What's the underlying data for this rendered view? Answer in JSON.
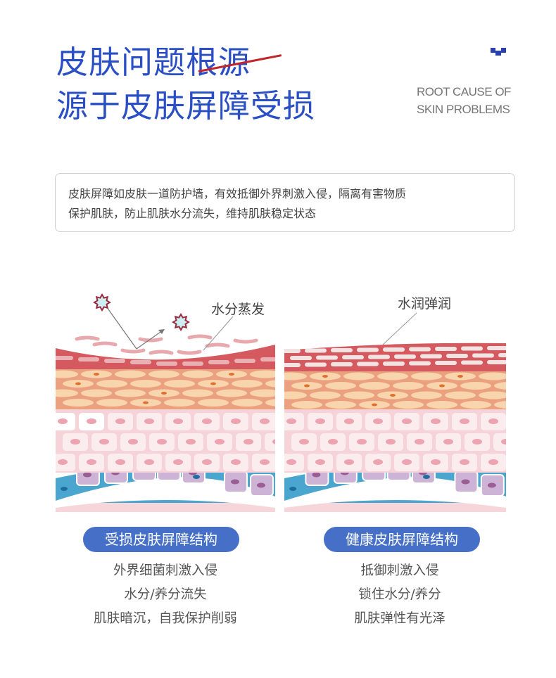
{
  "header": {
    "title_line1": "皮肤问题根源",
    "title_line2": "源于皮肤屏障受损",
    "subtitle_en_line1": "ROOT CAUSE OF",
    "subtitle_en_line2": "SKIN PROBLEMS",
    "accent_color": "#2a4fc4",
    "strike_color": "#c0272d"
  },
  "intro": {
    "line1": "皮肤屏障如皮肤一道防护墙，有效抵御外界刺激入侵，隔离有害物质",
    "line2": "保护肌肤，防止肌肤水分流失，维持肌肤稳定状态"
  },
  "panels": [
    {
      "annotation": "水分蒸发",
      "label": "受损皮肤屏障结构",
      "points": [
        "外界细菌刺激入侵",
        "水分/养分流失",
        "肌肤暗沉，自我保护削弱"
      ]
    },
    {
      "annotation": "水润弹润",
      "label": "健康皮肤屏障结构",
      "points": [
        "抵御刺激入侵",
        "锁住水分/养分",
        "肌肤弹性有光泽"
      ]
    }
  ]
}
